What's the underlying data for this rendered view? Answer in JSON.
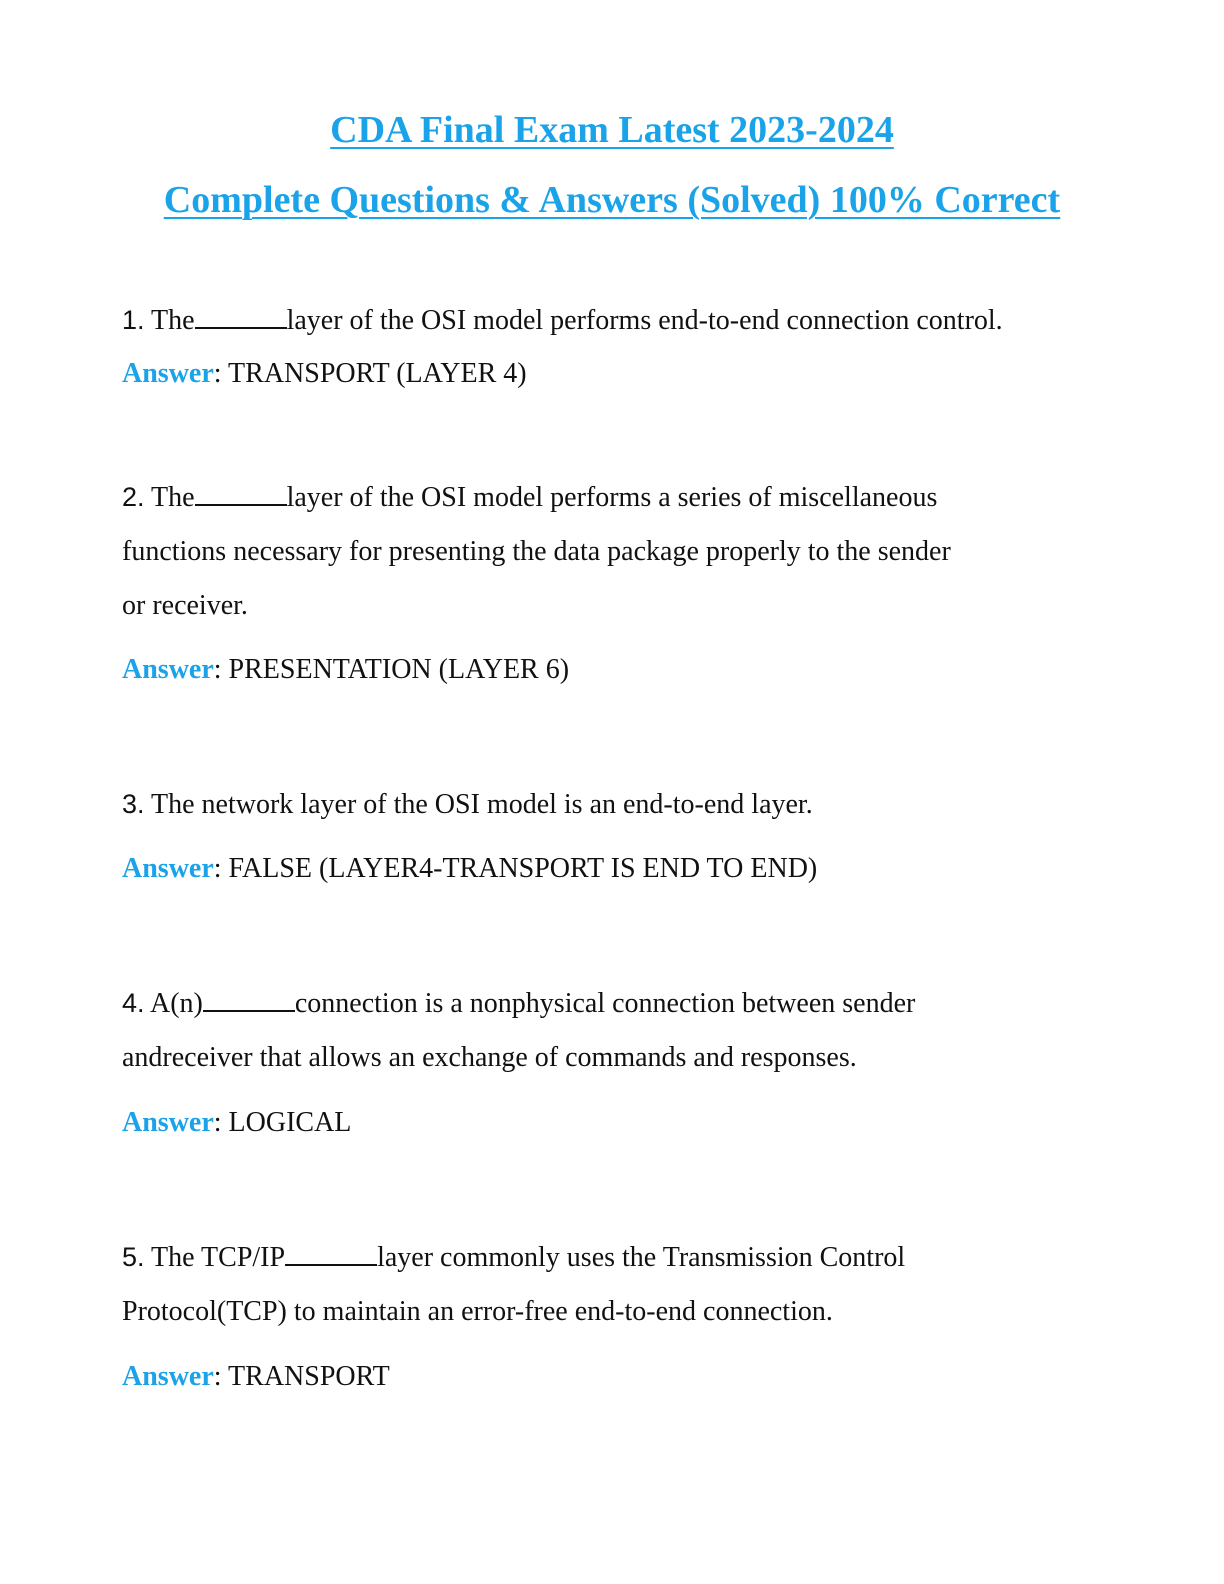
{
  "header": {
    "title_line1": "CDA Final Exam Latest 2023-2024",
    "title_line2": "Complete Questions & Answers (Solved) 100% Correct"
  },
  "answer_label": "Answer",
  "questions": [
    {
      "number": "1.",
      "before_blank": " The",
      "after_blank": "layer of the OSI model performs end-to-end connection control.",
      "answer": ": TRANSPORT (LAYER 4)"
    },
    {
      "number": "2.",
      "before_blank": " The",
      "after_blank": "layer of the OSI model performs a series of miscellaneous",
      "line2": "functions necessary for presenting the data package properly to the sender",
      "line3": "or receiver.",
      "answer": ": PRESENTATION (LAYER 6)"
    },
    {
      "number": "3.",
      "text": " The network layer of the OSI model is an end-to-end layer.",
      "answer": ": FALSE (LAYER4-TRANSPORT IS END TO END)"
    },
    {
      "number": "4.",
      "before_blank": " A(n)",
      "after_blank": "connection is a nonphysical connection between sender",
      "line2": "andreceiver that allows an exchange of commands and responses.",
      "answer": ": LOGICAL"
    },
    {
      "number": "5.",
      "before_blank": " The  TCP/IP",
      "after_blank": "layer commonly uses the Transmission Control",
      "line2": "Protocol(TCP) to maintain an error-free end-to-end connection.",
      "answer": ": TRANSPORT"
    }
  ]
}
